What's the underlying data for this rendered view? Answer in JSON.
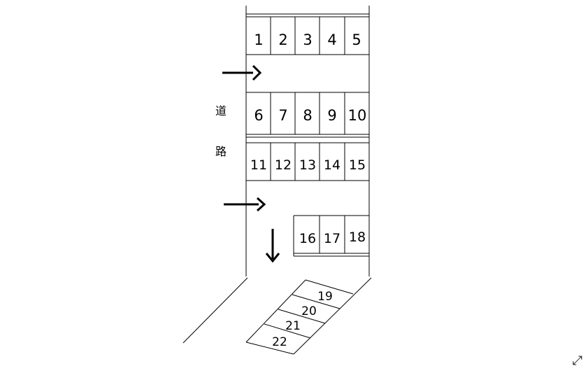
{
  "road_label": [
    "道",
    "路"
  ],
  "spaces": [
    "1",
    "2",
    "3",
    "4",
    "5",
    "6",
    "7",
    "8",
    "9",
    "10",
    "11",
    "12",
    "13",
    "14",
    "15",
    "16",
    "17",
    "18",
    "19",
    "20",
    "21",
    "22"
  ],
  "expand_icon": "⤢"
}
